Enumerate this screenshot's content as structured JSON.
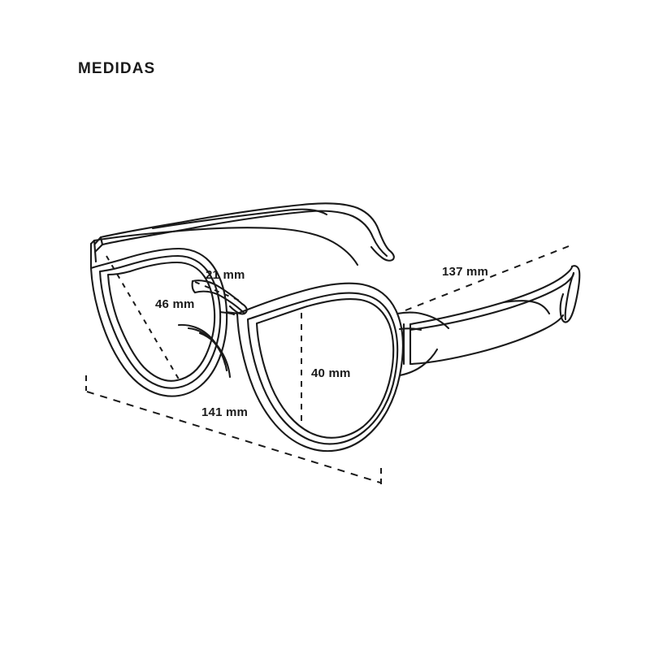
{
  "page": {
    "title": "MEDIDAS",
    "background_color": "#ffffff",
    "stroke_color": "#1a1a1a"
  },
  "diagram": {
    "subject": "eyeglasses-frame-technical-drawing",
    "view": "three-quarter-perspective",
    "measurements": [
      {
        "id": "lens-diagonal",
        "label": "46 mm",
        "part": "lens-diagonal",
        "line": "dashed-diagonal"
      },
      {
        "id": "bridge",
        "label": "21 mm",
        "part": "bridge-width",
        "line": "dashed-diagonal"
      },
      {
        "id": "lens-height",
        "label": "40 mm",
        "part": "lens-height",
        "line": "dashed-vertical"
      },
      {
        "id": "temple-length",
        "label": "137 mm",
        "part": "temple-arm",
        "line": "dashed-diagonal"
      },
      {
        "id": "total-width",
        "label": "141 mm",
        "part": "frame-total-width",
        "line": "dashed-diagonal"
      }
    ]
  }
}
